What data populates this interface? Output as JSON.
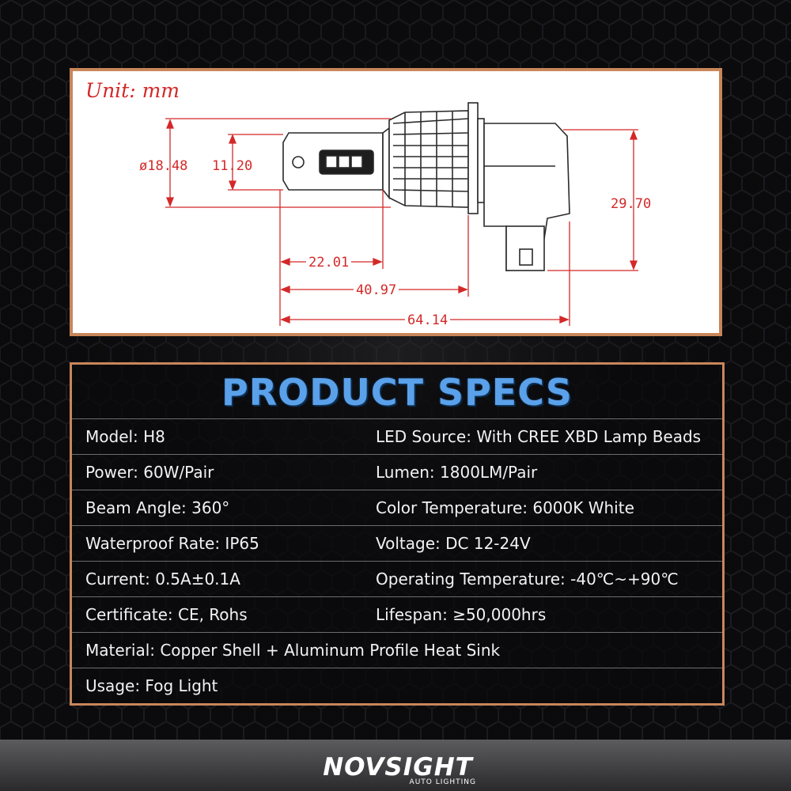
{
  "diagram": {
    "unit_label": "Unit: mm",
    "dimensions": {
      "d1": "ø18.48",
      "d2": "11.20",
      "d3": "29.70",
      "d4": "22.01",
      "d5": "40.97",
      "d6": "64.14"
    }
  },
  "specs": {
    "title": "PRODUCT SPECS",
    "rows": [
      {
        "left": "Model: H8",
        "right": "LED Source: With CREE XBD Lamp Beads"
      },
      {
        "left": "Power: 60W/Pair",
        "right": "Lumen: 1800LM/Pair"
      },
      {
        "left": "Beam Angle: 360°",
        "right": "Color Temperature: 6000K White"
      },
      {
        "left": "Waterproof Rate: IP65",
        "right": "Voltage: DC 12-24V"
      },
      {
        "left": "Current: 0.5A±0.1A",
        "right": "Operating Temperature: -40℃~+90℃"
      },
      {
        "left": "Certificate: CE, Rohs",
        "right": "Lifespan: ≥50,000hrs"
      },
      {
        "left": "Material: Copper Shell + Aluminum Profile Heat Sink"
      },
      {
        "left": "Usage: Fog Light"
      }
    ]
  },
  "brand": {
    "name": "NOVSIGHT",
    "tagline": "AUTO LIGHTING"
  },
  "colors": {
    "accent_border": "#c9865a",
    "dimension_red": "#d42828",
    "title_blue": "#5aa1ea"
  }
}
